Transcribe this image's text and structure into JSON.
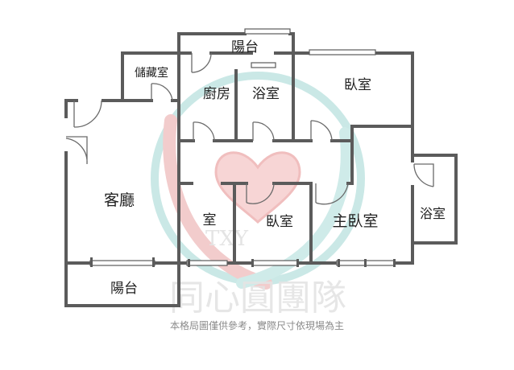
{
  "rooms": {
    "balcony_top": "陽台",
    "storage": "儲藏室",
    "kitchen": "廚房",
    "bath_center": "浴室",
    "bedroom_top_right": "臥室",
    "living_room": "客廳",
    "small_room": "室",
    "bedroom_middle": "臥室",
    "master_bedroom": "主臥室",
    "bath_right": "浴室",
    "balcony_bottom": "陽台"
  },
  "watermark": {
    "text": "同心圓團隊",
    "latin": "TXY"
  },
  "disclaimer": "本格局圖僅供參考，實際尺寸依現場為主",
  "colors": {
    "wall": "#5b5b5b",
    "watermark_red": "#e98f8f",
    "watermark_teal": "#7fc8c4"
  }
}
